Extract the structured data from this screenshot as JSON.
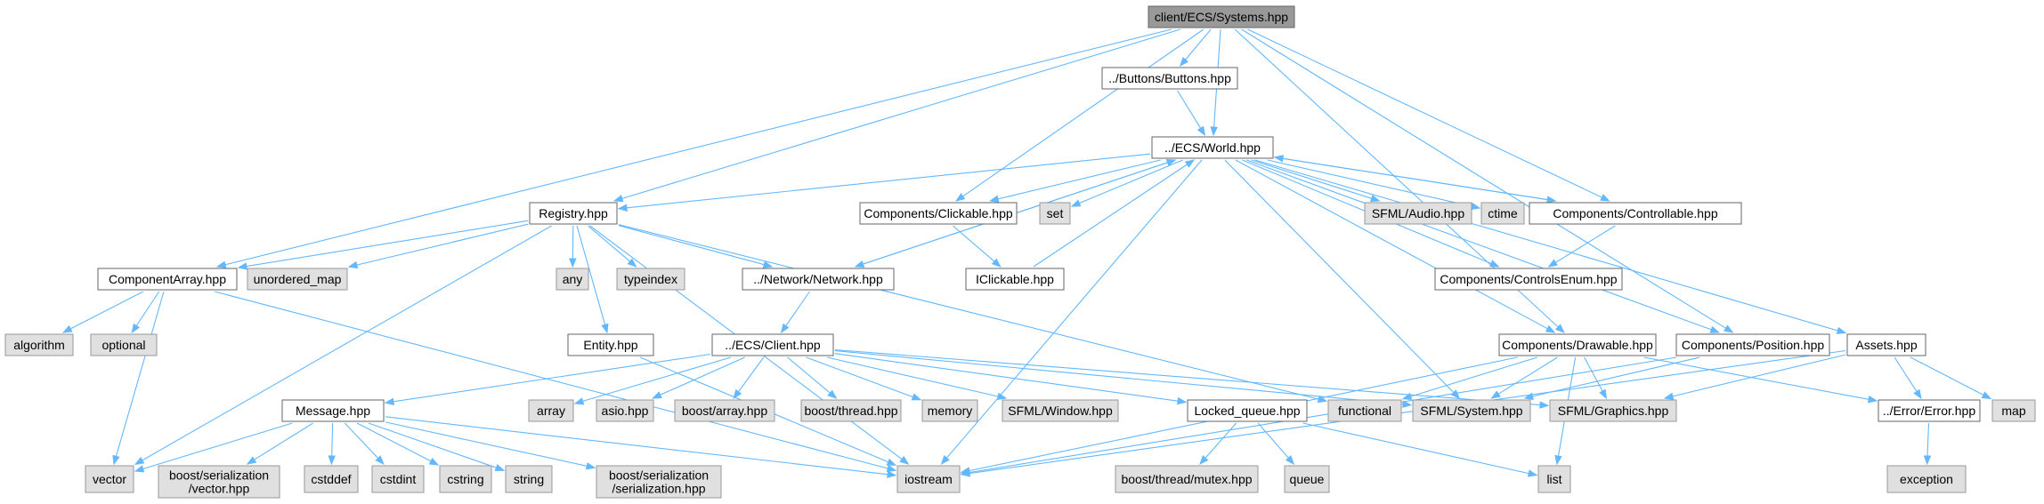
{
  "colors": {
    "root_fill": "#999999",
    "header_fill": "#ffffff",
    "external_fill": "#e0e0e0",
    "node_border": "#666666",
    "external_border": "#999999",
    "edge": "#63b8ff"
  },
  "nodes": {
    "systems": {
      "label": [
        "client/ECS/Systems.hpp"
      ],
      "kind": "root"
    },
    "buttons": {
      "label": [
        "../Buttons/Buttons.hpp"
      ],
      "kind": "header"
    },
    "world": {
      "label": [
        "../ECS/World.hpp"
      ],
      "kind": "header"
    },
    "registry": {
      "label": [
        "Registry.hpp"
      ],
      "kind": "header"
    },
    "clickable": {
      "label": [
        "Components/Clickable.hpp"
      ],
      "kind": "header"
    },
    "set": {
      "label": [
        "set"
      ],
      "kind": "external"
    },
    "sfml_audio": {
      "label": [
        "SFML/Audio.hpp"
      ],
      "kind": "external"
    },
    "ctime": {
      "label": [
        "ctime"
      ],
      "kind": "external"
    },
    "controllable": {
      "label": [
        "Components/Controllable.hpp"
      ],
      "kind": "header"
    },
    "component_array": {
      "label": [
        "ComponentArray.hpp"
      ],
      "kind": "header"
    },
    "unordered_map": {
      "label": [
        "unordered_map"
      ],
      "kind": "external"
    },
    "any": {
      "label": [
        "any"
      ],
      "kind": "external"
    },
    "typeindex": {
      "label": [
        "typeindex"
      ],
      "kind": "external"
    },
    "network": {
      "label": [
        "../Network/Network.hpp"
      ],
      "kind": "header"
    },
    "iclickable": {
      "label": [
        "IClickable.hpp"
      ],
      "kind": "header"
    },
    "controls_enum": {
      "label": [
        "Components/ControlsEnum.hpp"
      ],
      "kind": "header"
    },
    "algorithm": {
      "label": [
        "algorithm"
      ],
      "kind": "external"
    },
    "optional": {
      "label": [
        "optional"
      ],
      "kind": "external"
    },
    "entity": {
      "label": [
        "Entity.hpp"
      ],
      "kind": "header"
    },
    "client": {
      "label": [
        "../ECS/Client.hpp"
      ],
      "kind": "header"
    },
    "drawable": {
      "label": [
        "Components/Drawable.hpp"
      ],
      "kind": "header"
    },
    "position": {
      "label": [
        "Components/Position.hpp"
      ],
      "kind": "header"
    },
    "assets": {
      "label": [
        "Assets.hpp"
      ],
      "kind": "header"
    },
    "message": {
      "label": [
        "Message.hpp"
      ],
      "kind": "header"
    },
    "array": {
      "label": [
        "array"
      ],
      "kind": "external"
    },
    "asio": {
      "label": [
        "asio.hpp"
      ],
      "kind": "external"
    },
    "boost_array": {
      "label": [
        "boost/array.hpp"
      ],
      "kind": "external"
    },
    "boost_thread": {
      "label": [
        "boost/thread.hpp"
      ],
      "kind": "external"
    },
    "memory": {
      "label": [
        "memory"
      ],
      "kind": "external"
    },
    "sfml_window": {
      "label": [
        "SFML/Window.hpp"
      ],
      "kind": "external"
    },
    "locked_queue": {
      "label": [
        "Locked_queue.hpp"
      ],
      "kind": "header"
    },
    "functional": {
      "label": [
        "functional"
      ],
      "kind": "external"
    },
    "sfml_system": {
      "label": [
        "SFML/System.hpp"
      ],
      "kind": "external"
    },
    "sfml_graphics": {
      "label": [
        "SFML/Graphics.hpp"
      ],
      "kind": "external"
    },
    "error": {
      "label": [
        "../Error/Error.hpp"
      ],
      "kind": "header"
    },
    "map": {
      "label": [
        "map"
      ],
      "kind": "external"
    },
    "vector": {
      "label": [
        "vector"
      ],
      "kind": "external"
    },
    "boost_ser_vector": {
      "label": [
        "boost/serialization",
        "/vector.hpp"
      ],
      "kind": "external"
    },
    "cstddef": {
      "label": [
        "cstddef"
      ],
      "kind": "external"
    },
    "cstdint": {
      "label": [
        "cstdint"
      ],
      "kind": "external"
    },
    "cstring": {
      "label": [
        "cstring"
      ],
      "kind": "external"
    },
    "string": {
      "label": [
        "string"
      ],
      "kind": "external"
    },
    "boost_ser_serialization": {
      "label": [
        "boost/serialization",
        "/serialization.hpp"
      ],
      "kind": "external"
    },
    "iostream": {
      "label": [
        "iostream"
      ],
      "kind": "external"
    },
    "boost_mutex": {
      "label": [
        "boost/thread/mutex.hpp"
      ],
      "kind": "external"
    },
    "queue": {
      "label": [
        "queue"
      ],
      "kind": "external"
    },
    "list": {
      "label": [
        "list"
      ],
      "kind": "external"
    },
    "exception": {
      "label": [
        "exception"
      ],
      "kind": "external"
    }
  },
  "edges": [
    [
      "systems",
      "buttons"
    ],
    [
      "systems",
      "world"
    ],
    [
      "systems",
      "registry"
    ],
    [
      "systems",
      "component_array"
    ],
    [
      "systems",
      "clickable"
    ],
    [
      "systems",
      "controllable"
    ],
    [
      "systems",
      "drawable"
    ],
    [
      "systems",
      "position"
    ],
    [
      "buttons",
      "world"
    ],
    [
      "world",
      "registry"
    ],
    [
      "world",
      "clickable"
    ],
    [
      "world",
      "set"
    ],
    [
      "world",
      "sfml_audio"
    ],
    [
      "world",
      "ctime"
    ],
    [
      "world",
      "controllable"
    ],
    [
      "world",
      "network"
    ],
    [
      "world",
      "controls_enum"
    ],
    [
      "world",
      "drawable"
    ],
    [
      "world",
      "position"
    ],
    [
      "world",
      "assets"
    ],
    [
      "world",
      "sfml_system"
    ],
    [
      "world",
      "iostream"
    ],
    [
      "registry",
      "component_array"
    ],
    [
      "registry",
      "unordered_map"
    ],
    [
      "registry",
      "any"
    ],
    [
      "registry",
      "typeindex"
    ],
    [
      "registry",
      "network"
    ],
    [
      "registry",
      "entity"
    ],
    [
      "registry",
      "vector"
    ],
    [
      "registry",
      "iostream"
    ],
    [
      "registry",
      "functional"
    ],
    [
      "clickable",
      "iclickable"
    ],
    [
      "iclickable",
      "world"
    ],
    [
      "controllable",
      "world"
    ],
    [
      "controllable",
      "controls_enum"
    ],
    [
      "network",
      "world"
    ],
    [
      "network",
      "client"
    ],
    [
      "component_array",
      "algorithm"
    ],
    [
      "component_array",
      "optional"
    ],
    [
      "component_array",
      "vector"
    ],
    [
      "component_array",
      "iostream"
    ],
    [
      "entity",
      "iostream"
    ],
    [
      "client",
      "message"
    ],
    [
      "client",
      "array"
    ],
    [
      "client",
      "asio"
    ],
    [
      "client",
      "boost_array"
    ],
    [
      "client",
      "boost_thread"
    ],
    [
      "client",
      "memory"
    ],
    [
      "client",
      "sfml_window"
    ],
    [
      "client",
      "locked_queue"
    ],
    [
      "client",
      "sfml_system"
    ],
    [
      "client",
      "sfml_graphics"
    ],
    [
      "message",
      "vector"
    ],
    [
      "message",
      "boost_ser_vector"
    ],
    [
      "message",
      "cstddef"
    ],
    [
      "message",
      "cstdint"
    ],
    [
      "message",
      "cstring"
    ],
    [
      "message",
      "string"
    ],
    [
      "message",
      "boost_ser_serialization"
    ],
    [
      "message",
      "iostream"
    ],
    [
      "locked_queue",
      "boost_mutex"
    ],
    [
      "locked_queue",
      "queue"
    ],
    [
      "locked_queue",
      "list"
    ],
    [
      "drawable",
      "functional"
    ],
    [
      "drawable",
      "sfml_system"
    ],
    [
      "drawable",
      "sfml_graphics"
    ],
    [
      "drawable",
      "error"
    ],
    [
      "drawable",
      "iostream"
    ],
    [
      "drawable",
      "list"
    ],
    [
      "position",
      "sfml_system"
    ],
    [
      "position",
      "iostream"
    ],
    [
      "assets",
      "sfml_graphics"
    ],
    [
      "assets",
      "error"
    ],
    [
      "assets",
      "map"
    ],
    [
      "assets",
      "iostream"
    ],
    [
      "error",
      "exception"
    ]
  ]
}
